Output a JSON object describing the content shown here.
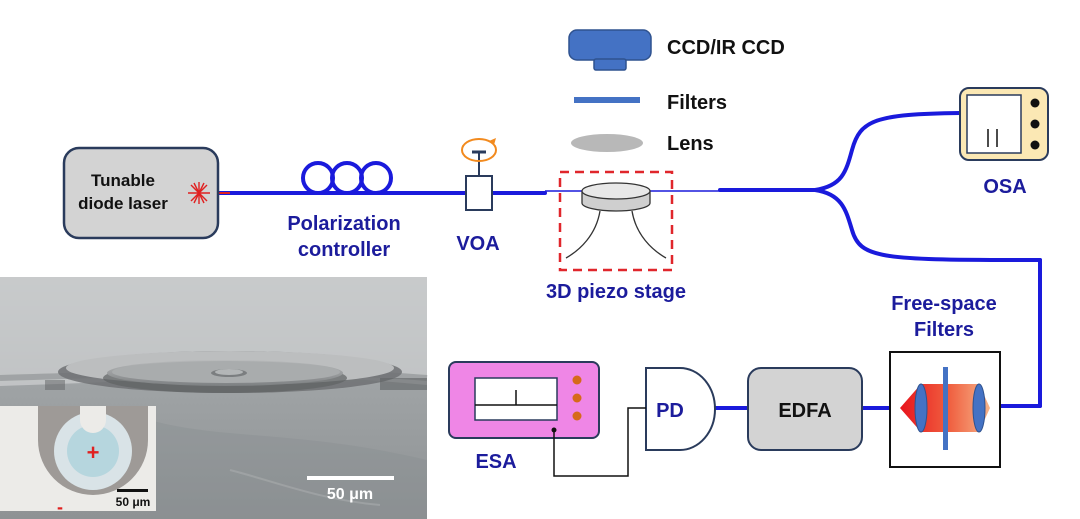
{
  "legend": {
    "ccd": "CCD/IR CCD",
    "filters": "Filters",
    "lens": "Lens"
  },
  "laser": {
    "line1": "Tunable",
    "line2": "diode laser"
  },
  "polarization": {
    "line1": "Polarization",
    "line2": "controller"
  },
  "voa": "VOA",
  "stage": "3D piezo stage",
  "osa": "OSA",
  "free_space": {
    "line1": "Free-space",
    "line2": "Filters"
  },
  "esa": "ESA",
  "pd": "PD",
  "edfa": "EDFA",
  "sem": {
    "scale_main": "50 μm",
    "inset_scale": "50 μm",
    "inset_plus": "+",
    "inset_minus": "-"
  },
  "colors": {
    "fiber": "#1a1adc",
    "label": "#1c1c9c",
    "box_fill": "#d3d3d3",
    "box_stroke": "#2a3b5c",
    "osa_fill": "#fbe8b4",
    "esa_fill": "#ef86e6",
    "ccd": "#4472c4",
    "stage_box": "#e0262b",
    "laser_beam": "#e02020"
  }
}
